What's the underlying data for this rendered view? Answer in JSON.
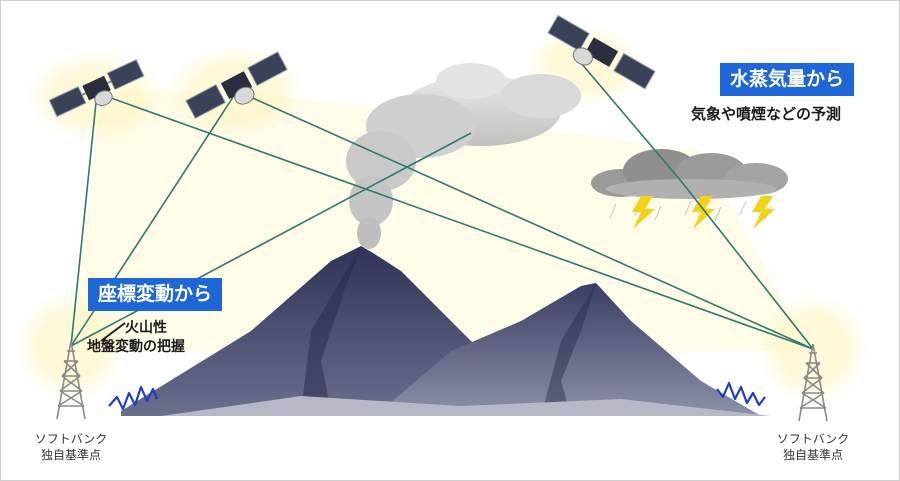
{
  "labels": {
    "water_vapor_title": "水蒸気量から",
    "water_vapor_desc": "気象や噴煙などの予測",
    "coordinate_title": "座標変動から",
    "coordinate_desc_line1": "火山性",
    "coordinate_desc_line2": "地盤変動の把握",
    "left_station_line1": "ソフトバンク",
    "left_station_line2": "独自基準点",
    "right_station_line1": "ソフトバンク",
    "right_station_line2": "独自基準点"
  },
  "colors": {
    "badge_blue": "#1f66d6",
    "signal_line": "#2f7a70",
    "mountain_dark": "#3a3f63",
    "mountain_mid": "#5a5f80",
    "seismic_wave": "#1f3fbf",
    "lightning": "#f2d21a",
    "glow": "#fbf6c8"
  },
  "icons": [
    "satellite-icon",
    "tower-icon",
    "cloud-icon",
    "lightning-icon",
    "seismic-wave-icon",
    "volcano-icon"
  ]
}
